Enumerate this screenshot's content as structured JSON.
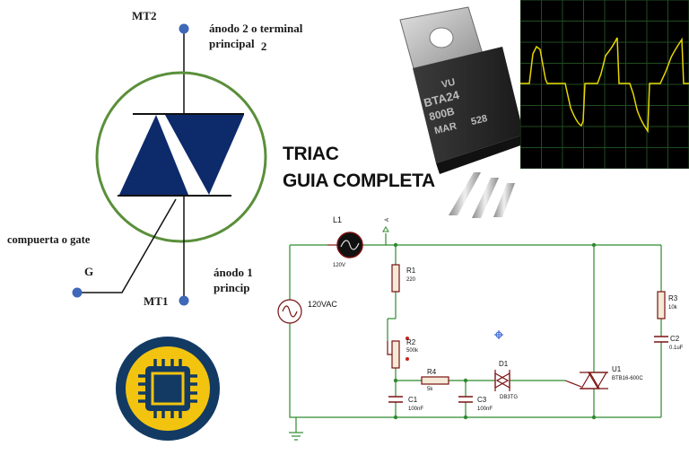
{
  "symbol": {
    "mt2_label": "MT2",
    "anode2_line1": "ánodo 2 o terminal",
    "anode2_line2": "principal",
    "anode2_num": "2",
    "gate_desc": "compuerta o gate",
    "gate_label": "G",
    "mt1_label": "MT1",
    "anode1_line1": "ánodo 1",
    "anode1_line2": "princip",
    "colors": {
      "triangle": "#0d2a6b",
      "circle": "#5a8f3a",
      "terminal": "#3f68b8"
    }
  },
  "title": {
    "line1": "TRIAC",
    "line2": "GUIA COMPLETA"
  },
  "package": {
    "brand": "VU",
    "part": "BTA24",
    "grade": "800B",
    "code": "MAR",
    "code2": "528"
  },
  "oscilloscope": {
    "bg": "#000000",
    "grid": "#1f4d1f",
    "trace": "#e6d600"
  },
  "schematic": {
    "L1": "L1",
    "L1_value": "120V",
    "probe": "A",
    "source": "120VAC",
    "R1": "R1",
    "R1_value": "220",
    "R2": "R2",
    "R2_value": "500k",
    "R3": "R3",
    "R3_value": "10k",
    "R4": "R4",
    "R4_value": "5k",
    "C1": "C1",
    "C1_value": "100nF",
    "C2": "C2",
    "C2_value": "0.1uF",
    "C3": "C3",
    "C3_value": "100nF",
    "D1": "D1",
    "D1_value": "DB3TG",
    "U1": "U1",
    "U1_value": "BTB16-600C",
    "colors": {
      "wire": "#2e8a2e",
      "component": "#7a1010"
    }
  },
  "chip_logo": {
    "ring": "#123a63",
    "fill": "#f2c40f"
  }
}
